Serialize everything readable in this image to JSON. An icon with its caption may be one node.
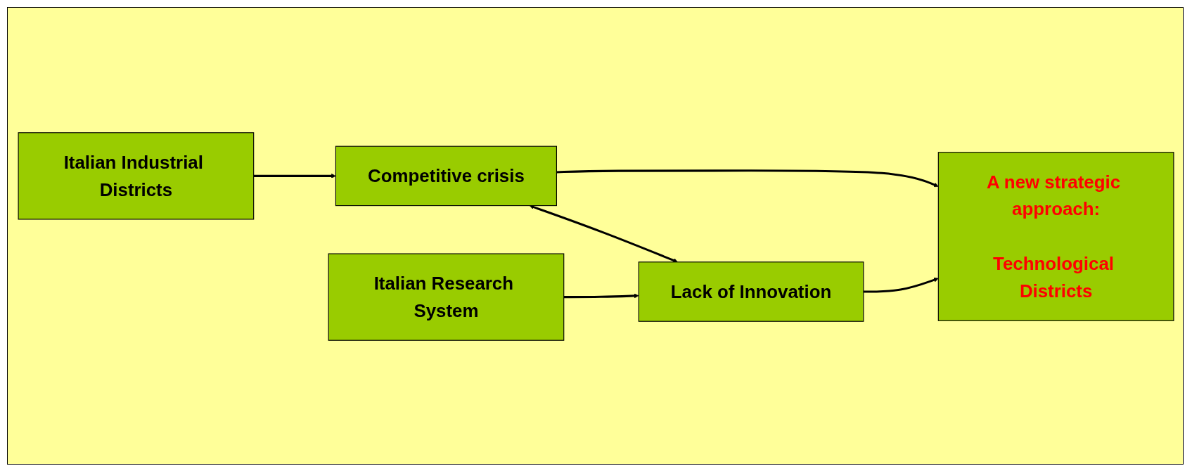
{
  "diagram": {
    "nodes": [
      {
        "text": [
          "Italian Industrial Districts"
        ]
      },
      {
        "text": [
          "Competitive crisis"
        ]
      },
      {
        "text": [
          "Italian Research System"
        ]
      },
      {
        "text": [
          "Lack of Innovation"
        ]
      },
      {
        "text": [
          "A new strategic approach:",
          "Technological Districts"
        ]
      }
    ],
    "edges": [
      {
        "from": 0,
        "to": 1,
        "arrow": "to"
      },
      {
        "from": 2,
        "to": 3,
        "arrow": "to"
      },
      {
        "from": 1,
        "to": 3,
        "arrow": "both"
      },
      {
        "from": 1,
        "to": 4,
        "arrow": "to"
      },
      {
        "from": 3,
        "to": 4,
        "arrow": "to"
      }
    ]
  }
}
